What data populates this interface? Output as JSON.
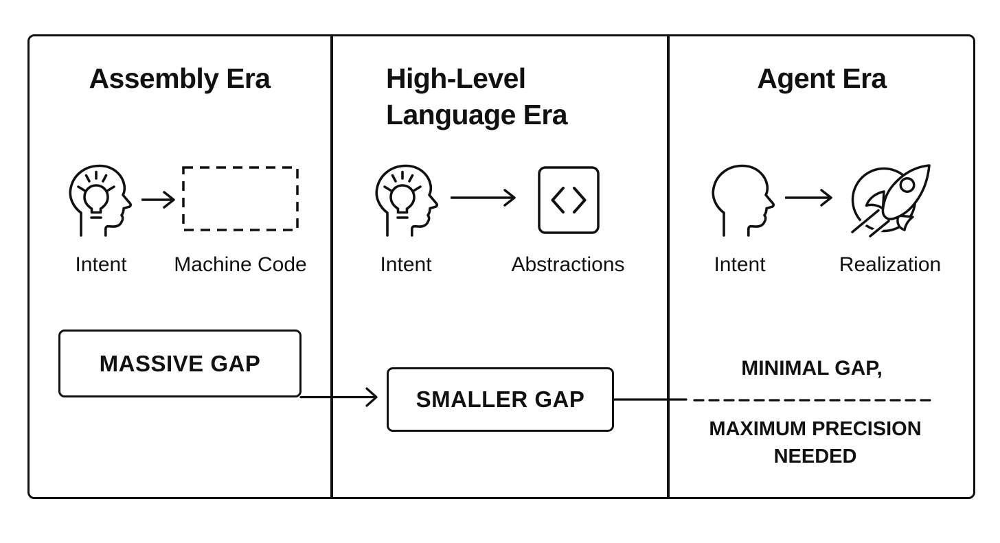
{
  "diagram": {
    "background_color": "#ffffff",
    "ink_color": "#111111",
    "panels": [
      {
        "title_lines": [
          "Assembly Era"
        ],
        "source": {
          "label": "Intent",
          "icon": "head-lightbulb-icon"
        },
        "arrow_icon": "arrow-right-icon",
        "target": {
          "label": "Machine Code",
          "icon": "dashed-empty-box-icon"
        },
        "gap": {
          "text": "MASSIVE GAP",
          "presentation": "outlined-box"
        }
      },
      {
        "title_lines": [
          "High-Level",
          "Language Era"
        ],
        "source": {
          "label": "Intent",
          "icon": "head-lightbulb-icon"
        },
        "arrow_icon": "arrow-right-icon",
        "target": {
          "label": "Abstractions",
          "icon": "code-brackets-icon"
        },
        "gap": {
          "text": "SMALLER GAP",
          "presentation": "outlined-box"
        }
      },
      {
        "title_lines": [
          "Agent Era"
        ],
        "source": {
          "label": "Intent",
          "icon": "head-profile-icon"
        },
        "arrow_icon": "arrow-right-icon",
        "target": {
          "label": "Realization",
          "icon": "rocket-icon"
        },
        "gap": {
          "text": "MINIMAL GAP,",
          "sub_text_lines": [
            "MAXIMUM PRECISION",
            "NEEDED"
          ],
          "presentation": "dashed-underline"
        }
      }
    ]
  }
}
